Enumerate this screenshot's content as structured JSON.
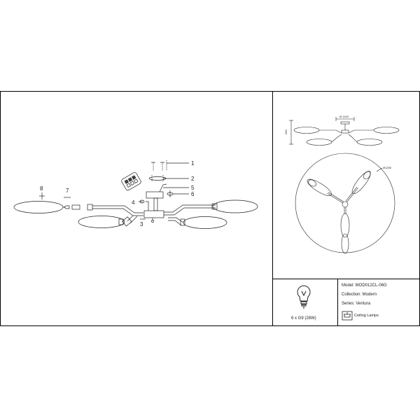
{
  "callouts": [
    {
      "num": "1"
    },
    {
      "num": "2"
    },
    {
      "num": "3"
    },
    {
      "num": "4"
    },
    {
      "num": "5"
    },
    {
      "num": "6"
    },
    {
      "num": "7"
    },
    {
      "num": "8"
    }
  ],
  "top_view": {
    "width_dim": "Ø 1100",
    "height_dim": "330"
  },
  "bottom_view": {
    "diameter_dim": "Ø1250"
  },
  "info": {
    "model": "Model: MOD012CL-06G",
    "collection": "Collection: Modern",
    "series": "Series: Ventura"
  },
  "lamp": {
    "spec": "6 x G9 (28W)"
  },
  "category": {
    "label": "Ceiling Lamps"
  },
  "colors": {
    "line": "#222222",
    "frame": "#000000"
  }
}
